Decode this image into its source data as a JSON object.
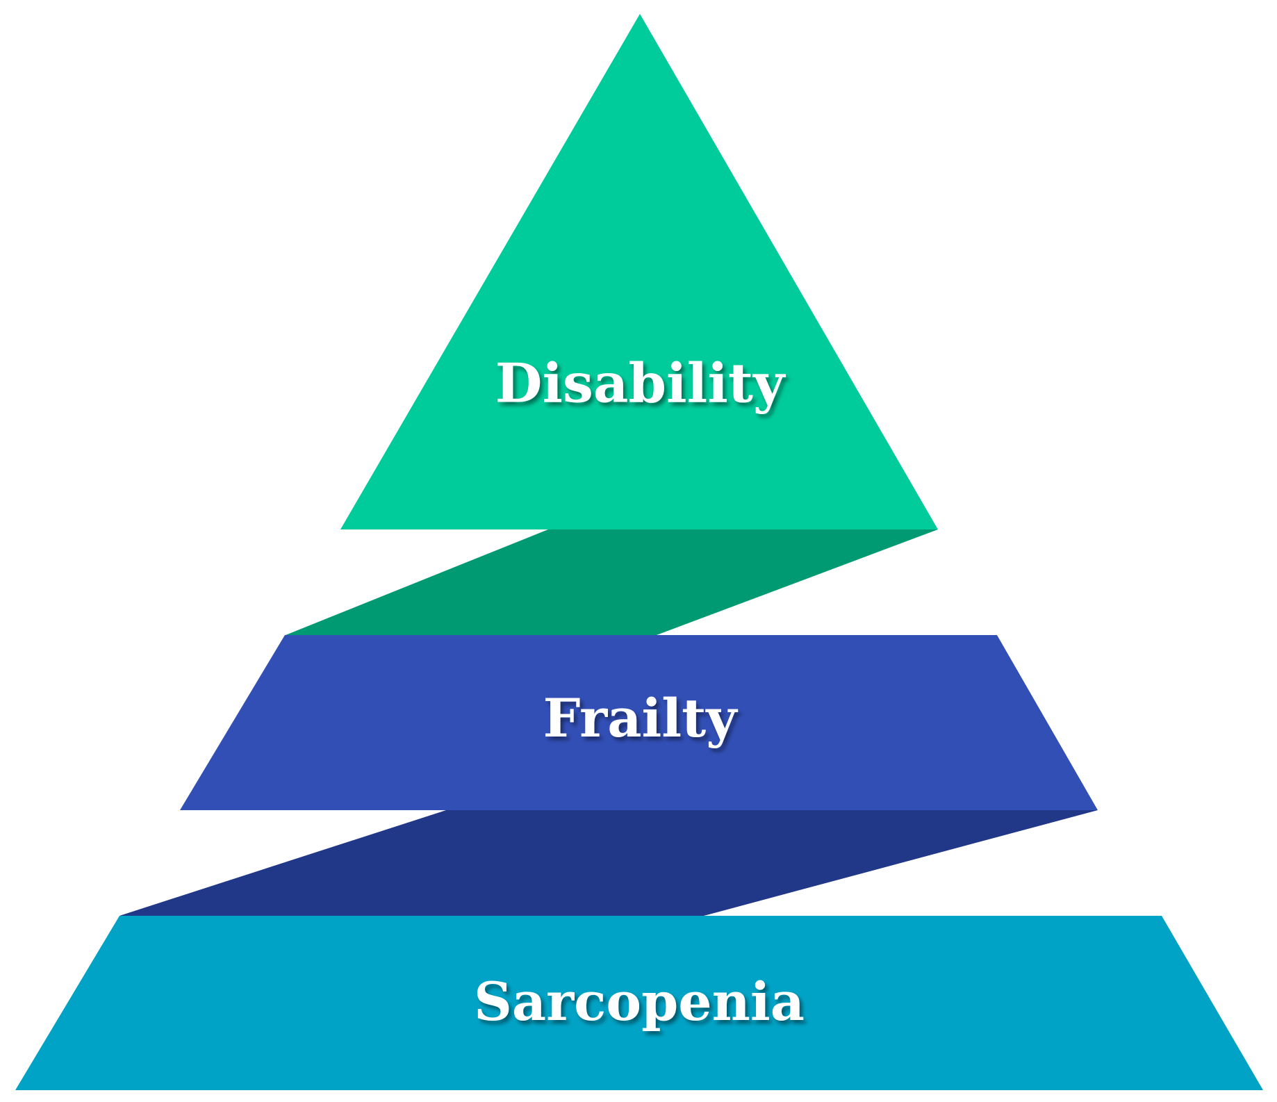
{
  "diagram": {
    "tiers": [
      {
        "id": "top",
        "label": "Disability",
        "color": "#00CC9B"
      },
      {
        "id": "middle",
        "label": "Frailty",
        "color": "#324FB6"
      },
      {
        "id": "bottom",
        "label": "Sarcopenia",
        "color": "#00A3C6"
      }
    ],
    "connectors": [
      {
        "from": "top",
        "to": "middle",
        "color": "#009A72"
      },
      {
        "from": "middle",
        "to": "bottom",
        "color": "#213787"
      }
    ]
  }
}
